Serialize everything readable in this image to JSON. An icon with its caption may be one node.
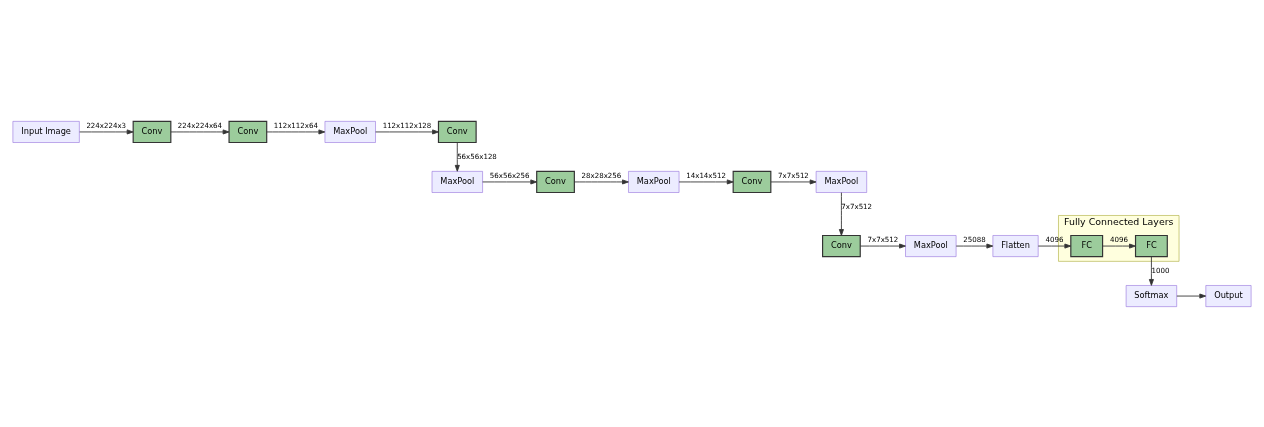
{
  "diagram": {
    "nodes": [
      {
        "text": [
          "Input Image"
        ]
      },
      {
        "text": [
          "Conv"
        ]
      },
      {
        "text": [
          "Conv"
        ]
      },
      {
        "text": [
          "MaxPool"
        ]
      },
      {
        "text": [
          "Conv"
        ]
      },
      {
        "text": [
          "MaxPool"
        ]
      },
      {
        "text": [
          "Conv"
        ]
      },
      {
        "text": [
          "MaxPool"
        ]
      },
      {
        "text": [
          "Conv"
        ]
      },
      {
        "text": [
          "MaxPool"
        ]
      },
      {
        "text": [
          "Conv"
        ]
      },
      {
        "text": [
          "MaxPool"
        ]
      },
      {
        "text": [
          "Flatten"
        ]
      },
      {
        "text": [
          "Fully Connected Layers"
        ]
      },
      {
        "text": [
          "FC"
        ],
        "in": 13
      },
      {
        "text": [
          "FC"
        ],
        "in": 13
      },
      {
        "text": [
          "Softmax"
        ]
      },
      {
        "text": [
          "Output"
        ]
      }
    ],
    "edges": [
      {
        "from": 0,
        "to": 1,
        "arrow": "to",
        "label": "224x224x3"
      },
      {
        "from": 1,
        "to": 2,
        "arrow": "to",
        "label": "224x224x64"
      },
      {
        "from": 2,
        "to": 3,
        "arrow": "to",
        "label": "112x112x64"
      },
      {
        "from": 3,
        "to": 4,
        "arrow": "to",
        "label": "112x112x128"
      },
      {
        "from": 4,
        "to": 5,
        "arrow": "to",
        "label": "56x56x128"
      },
      {
        "from": 5,
        "to": 6,
        "arrow": "to",
        "label": "56x56x256"
      },
      {
        "from": 6,
        "to": 7,
        "arrow": "to",
        "label": "28x28x256"
      },
      {
        "from": 7,
        "to": 8,
        "arrow": "to",
        "label": "14x14x512"
      },
      {
        "from": 8,
        "to": 9,
        "arrow": "to",
        "label": "7x7x512"
      },
      {
        "from": 9,
        "to": 10,
        "arrow": "to",
        "label": "7x7x512"
      },
      {
        "from": 10,
        "to": 11,
        "arrow": "to",
        "label": "7x7x512"
      },
      {
        "from": 11,
        "to": 12,
        "arrow": "to",
        "label": "25088"
      },
      {
        "from": 12,
        "to": 14,
        "arrow": "to",
        "label": "4096"
      },
      {
        "from": 14,
        "to": 15,
        "arrow": "to",
        "label": "4096"
      },
      {
        "from": 15,
        "to": 16,
        "arrow": "to",
        "label": "1000"
      },
      {
        "from": 16,
        "to": 17,
        "arrow": "to"
      }
    ]
  }
}
